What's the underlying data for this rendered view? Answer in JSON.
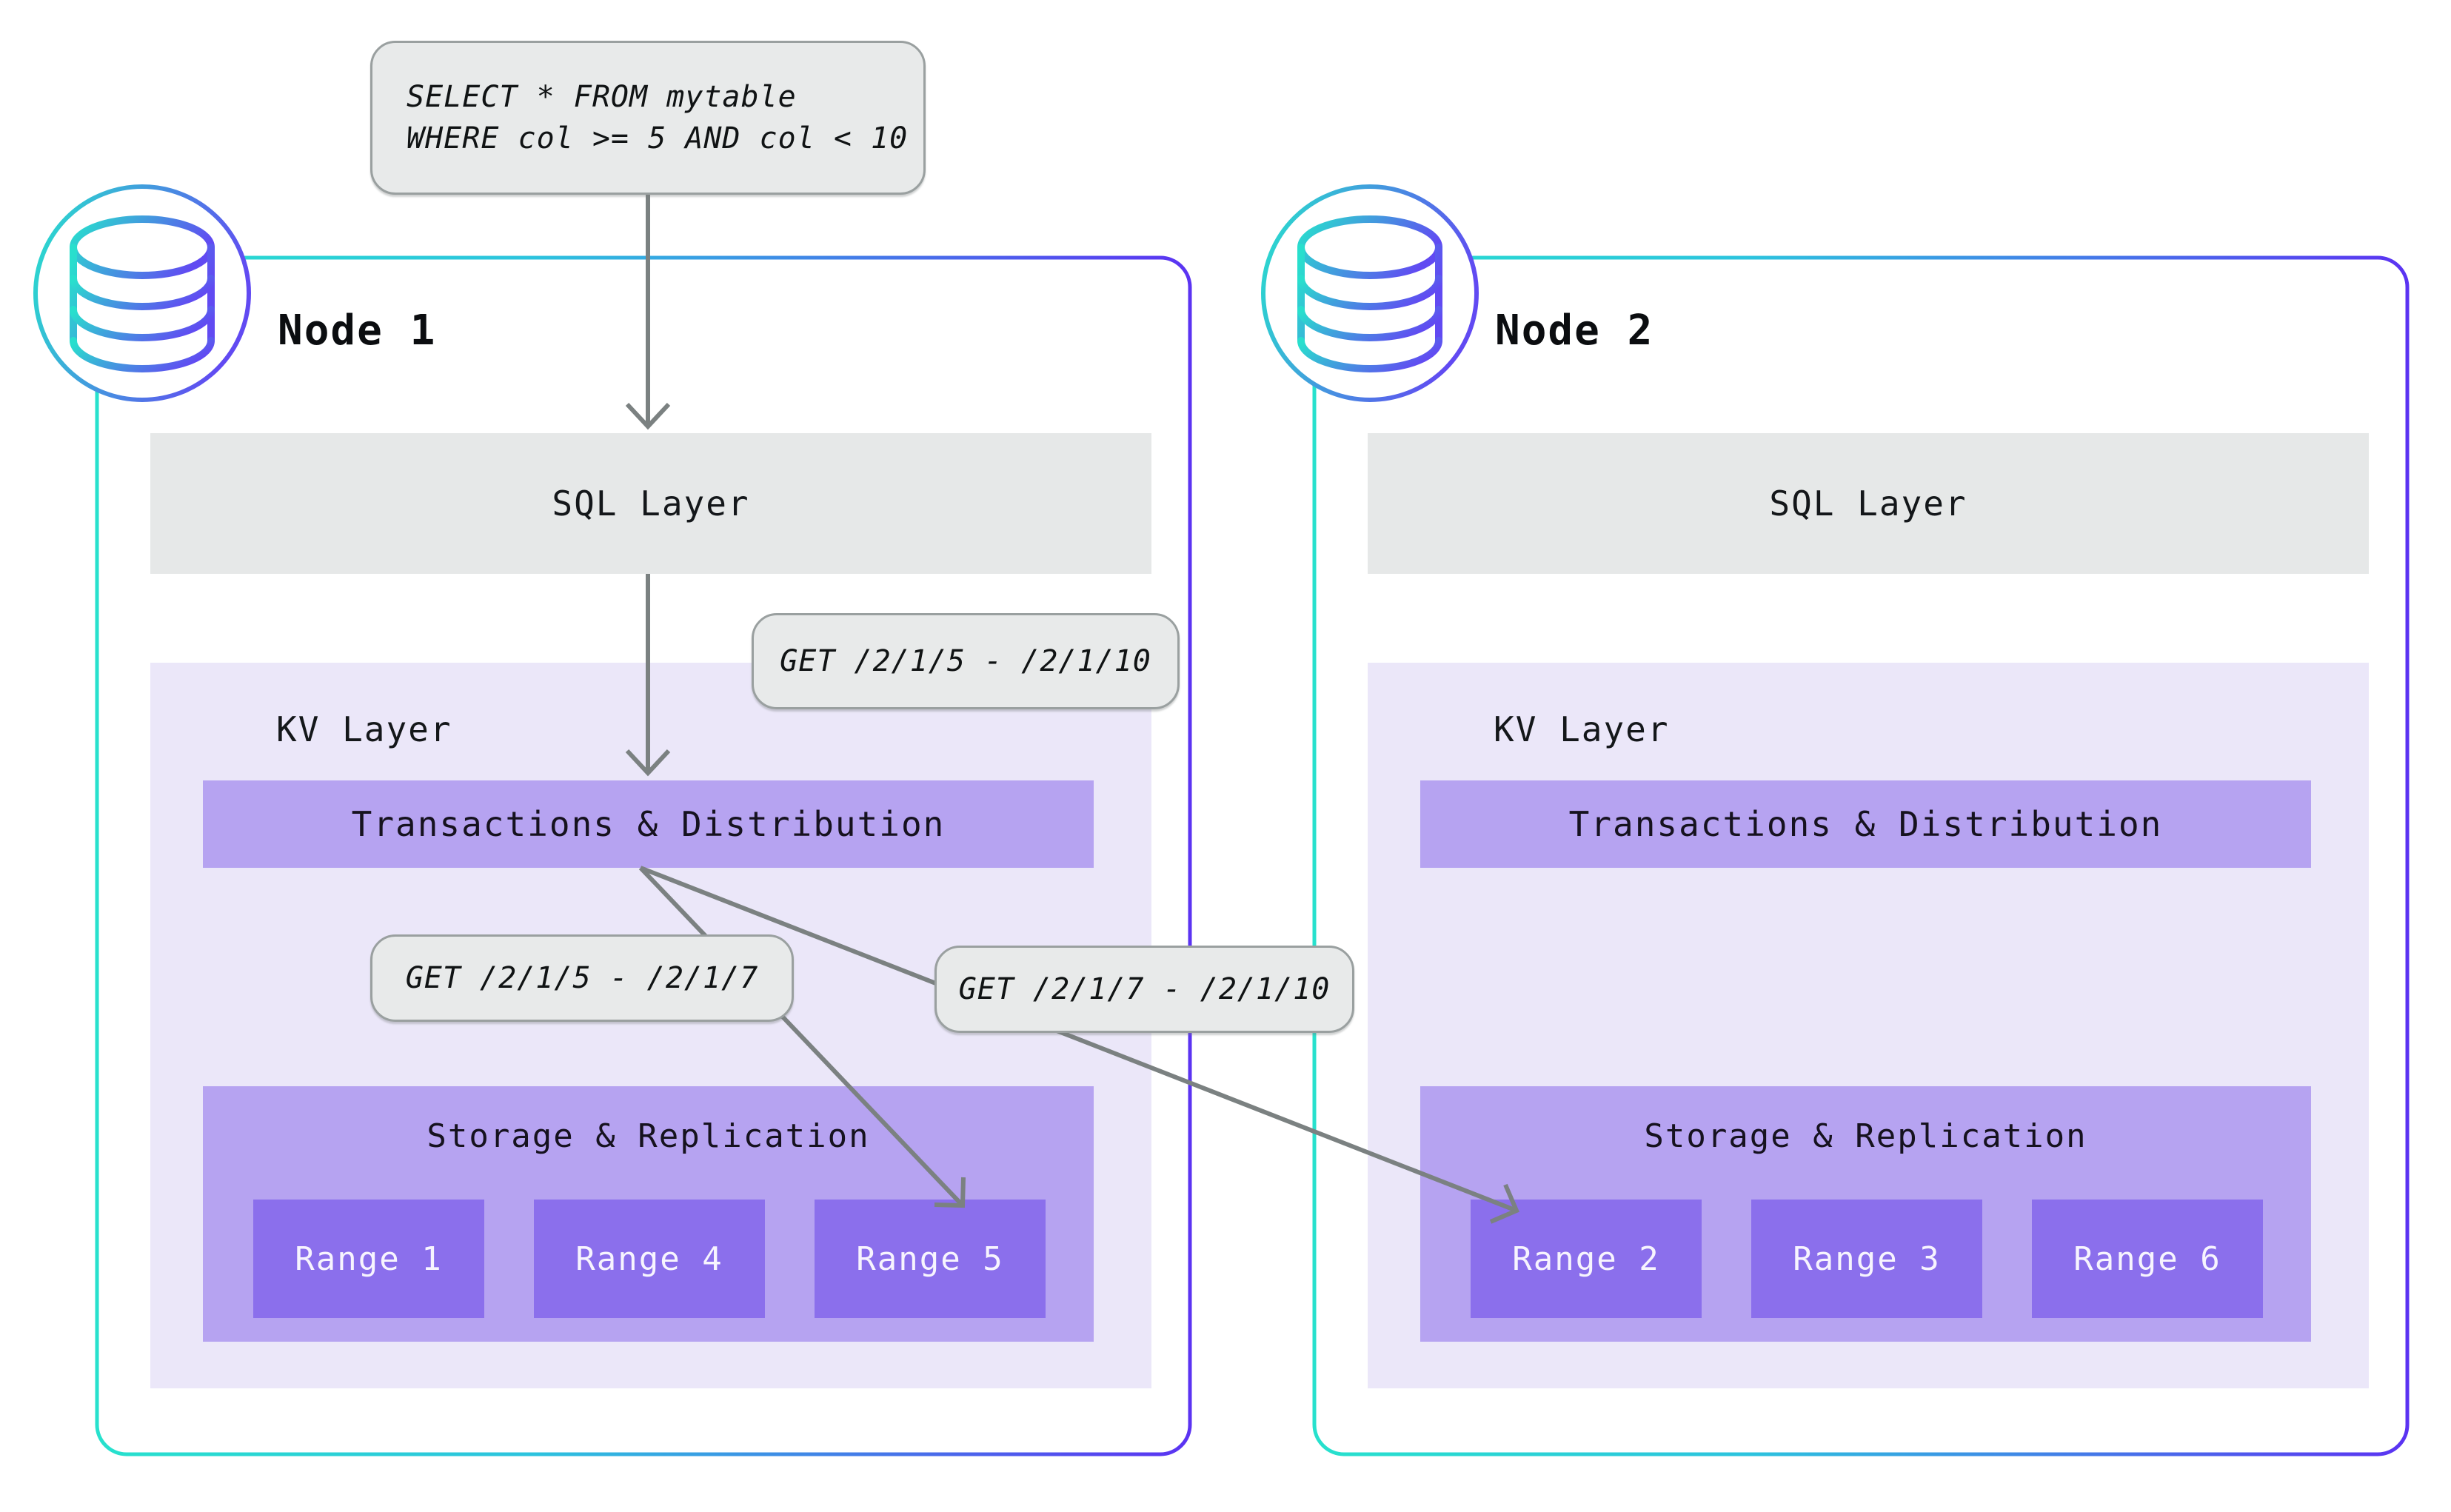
{
  "diagram": {
    "query": {
      "line1": "SELECT * FROM mytable",
      "line2": "WHERE col >= 5 AND col < 10"
    },
    "requests": {
      "combined": "GET /2/1/5 - /2/1/10",
      "split_left": "GET /2/1/5 - /2/1/7",
      "split_right": "GET /2/1/7 - /2/1/10"
    },
    "nodes": [
      {
        "title": "Node 1",
        "sql_layer_label": "SQL Layer",
        "kv_layer_label": "KV Layer",
        "transactions_label": "Transactions & Distribution",
        "storage_label": "Storage & Replication",
        "ranges": [
          "Range 1",
          "Range 4",
          "Range 5"
        ]
      },
      {
        "title": "Node 2",
        "sql_layer_label": "SQL Layer",
        "kv_layer_label": "KV Layer",
        "transactions_label": "Transactions & Distribution",
        "storage_label": "Storage & Replication",
        "ranges": [
          "Range 2",
          "Range 3",
          "Range 6"
        ]
      }
    ],
    "colors": {
      "node_border_start": "#27e1cd",
      "node_border_end": "#5b33f2",
      "icon_gradient_start": "#28dfcd",
      "icon_gradient_end": "#614af2",
      "sql_layer_fill": "#e6e8e8",
      "kv_layer_fill": "#ebe7f9",
      "purple_bar_fill": "#b6a3f1",
      "range_fill": "#8b6fec",
      "bubble_fill": "#e8eaea",
      "bubble_border": "#9aa0a0",
      "arrow": "#7b8181"
    }
  }
}
